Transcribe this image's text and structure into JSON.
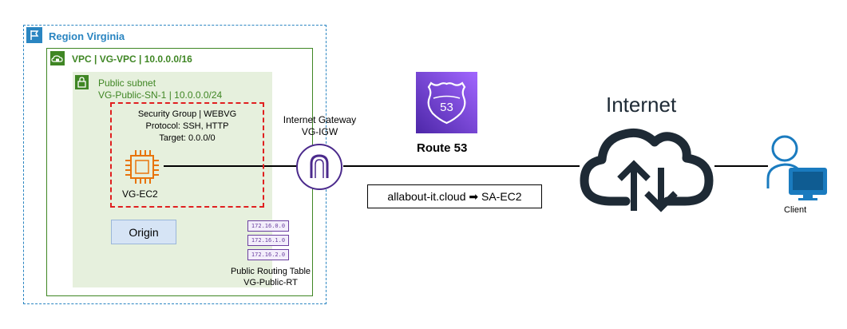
{
  "region": {
    "label": "Region Virginia",
    "icon": "region-flag-icon",
    "color": "#2a85c1"
  },
  "vpc": {
    "label": "VPC | VG-VPC | 10.0.0.0/16",
    "icon": "cloud-lock-icon",
    "color": "#3f8624"
  },
  "subnet": {
    "line1": "Public subnet",
    "line2": "VG-Public-SN-1 | 10.0.0.0/24",
    "icon": "padlock-icon",
    "background": "#e6f0dd"
  },
  "security_group": {
    "line1": "Security Group | WEBVG",
    "line2": "Protocol: SSH, HTTP",
    "line3": "Target: 0.0.0/0",
    "color": "#e02020"
  },
  "ec2": {
    "label": "VG-EC2",
    "icon": "ec2-chip-icon",
    "color": "#e8740c"
  },
  "origin": {
    "label": "Origin"
  },
  "routing_table": {
    "routes": [
      "172.16.0.0",
      "172.16.1.0",
      "172.16.2.0"
    ],
    "line1": "Public Routing Table",
    "line2": "VG-Public-RT",
    "color": "#6b3fa0"
  },
  "igw": {
    "line1": "Internet Gateway",
    "line2": "VG-IGW",
    "icon": "internet-gateway-icon",
    "color": "#4b2a8c"
  },
  "route53": {
    "label": "Route 53",
    "badge": "53",
    "icon": "route53-shield-icon",
    "color": "#7b4fd6"
  },
  "dns_record": {
    "text": "allabout-it.cloud ➡ SA-EC2"
  },
  "internet": {
    "label": "Internet",
    "icon": "cloud-upload-download-icon",
    "color": "#1e2a35"
  },
  "client": {
    "label": "Client",
    "icon": "user-computer-icon",
    "color": "#1a7bbf"
  }
}
